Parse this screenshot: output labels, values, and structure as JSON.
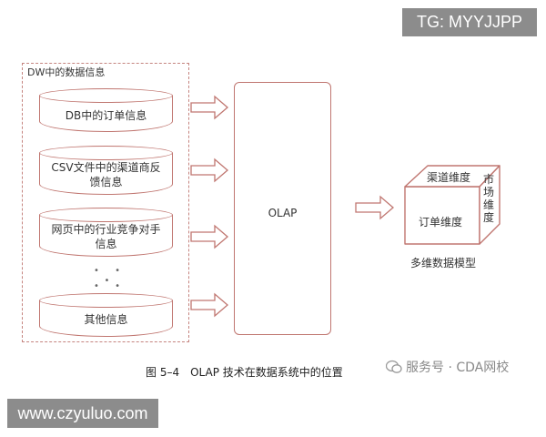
{
  "watermark_tg": "TG: MYYJJPP",
  "watermark_url": "www.czyuluo.com",
  "watermark_wechat": "服务号 · CDA网校",
  "dw_group": {
    "title": "DW中的数据信息",
    "sources": [
      {
        "lines": [
          "DB中的订单信息"
        ]
      },
      {
        "lines": [
          "CSV文件中的渠道商反",
          "馈信息"
        ]
      },
      {
        "lines": [
          "网页中的行业竞争对手",
          "信息"
        ]
      },
      {
        "lines": [
          "其他信息"
        ]
      }
    ],
    "ellipsis": "• • •"
  },
  "olap": {
    "label": "OLAP"
  },
  "cube": {
    "top_label": "渠道维度",
    "front_label": "订单维度",
    "side_label_lines": [
      "市",
      "场",
      "维",
      "度"
    ],
    "caption": "多维数据模型"
  },
  "figure_caption": "图 5–4　OLAP 技术在数据系统中的位置",
  "colors": {
    "stroke": "#c07670",
    "dashed": "#c5847f",
    "badge": "#8c8c8c"
  }
}
